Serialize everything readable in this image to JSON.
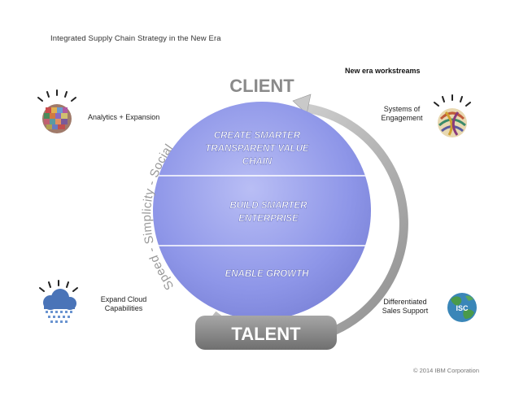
{
  "slide": {
    "title": "Integrated Supply Chain Strategy in the New Era",
    "copyright": "© 2014 IBM Corporation"
  },
  "workstreams": {
    "heading": "New era workstreams",
    "items": [
      {
        "label": "Analytics + Expansion",
        "icon": "analytics-mosaic-icon"
      },
      {
        "label_lines": [
          "Systems of",
          "Engagement"
        ],
        "icon": "engagement-swirl-icon"
      },
      {
        "label_lines": [
          "Expand Cloud",
          "Capabilities"
        ],
        "icon": "cloud-icon"
      },
      {
        "label_lines": [
          "Differentiated",
          "Sales Support"
        ],
        "icon": "globe-isc-icon",
        "badge": "ISC"
      }
    ]
  },
  "diagram": {
    "client": "CLIENT",
    "talent": "TALENT",
    "arc_text": "Speed - Simplicity - Social",
    "layers": [
      {
        "lines": [
          "CREATE SMARTER",
          "TRANSPARENT VALUE",
          "CHAIN"
        ]
      },
      {
        "lines": [
          "BUILD SMARTER",
          "ENTERPRISE"
        ]
      },
      {
        "lines": [
          "ENABLE GROWTH"
        ]
      }
    ],
    "colors": {
      "sphere": "#8b93e6",
      "sphere_light": "#aab0f0",
      "ring": "#9a9a9a",
      "talent_bar": "#8a8a8a",
      "client_text": "#8a8a8a"
    }
  }
}
